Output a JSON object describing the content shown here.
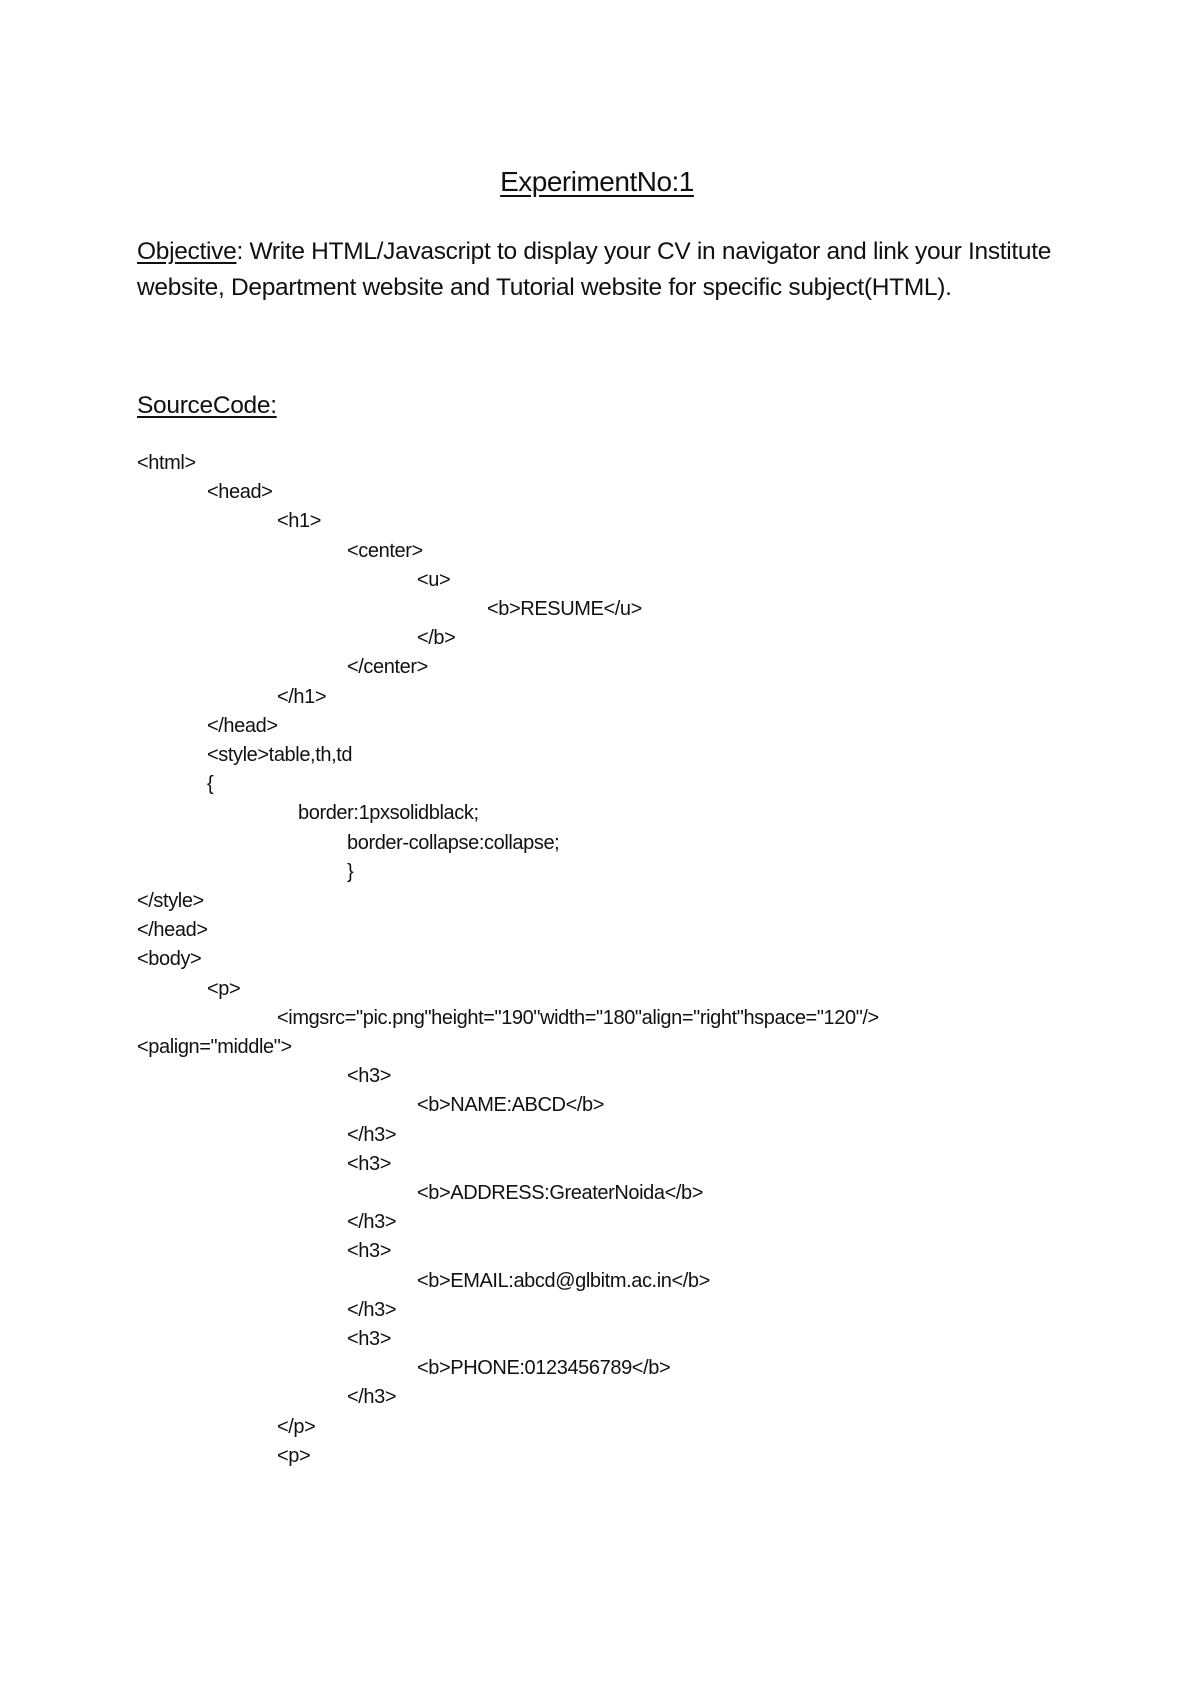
{
  "document": {
    "title": "ExperimentNo:1",
    "objective": {
      "label": "Objective",
      "separator": ":",
      "text": " Write HTML/Javascript to display your CV in navigator and link your  Institute  website,  Department website and Tutorial website for specific subject(HTML)."
    },
    "source_code_heading": "SourceCode:",
    "code_lines": [
      {
        "indent": 0,
        "text": "<html>"
      },
      {
        "indent": 1,
        "text": "<head>"
      },
      {
        "indent": 2,
        "text": "<h1>"
      },
      {
        "indent": 3,
        "text": "<center>"
      },
      {
        "indent": 4,
        "text": "<u>"
      },
      {
        "indent": 5,
        "text": "<b>RESUME</u>"
      },
      {
        "indent": 4,
        "text": "</b>"
      },
      {
        "indent": 3,
        "text": "</center>"
      },
      {
        "indent": 2,
        "text": "</h1>"
      },
      {
        "indent": 1,
        "text": "</head>"
      },
      {
        "indent": 1,
        "text": "<style>table,th,td"
      },
      {
        "indent": 1,
        "text": "{"
      },
      {
        "indent": 2.3,
        "text": "border:1pxsolidblack;"
      },
      {
        "indent": 3,
        "text": "border-collapse:collapse;"
      },
      {
        "indent": 3,
        "text": "}"
      },
      {
        "indent": 0,
        "text": "</style>"
      },
      {
        "indent": 0,
        "text": "</head>"
      },
      {
        "indent": 0,
        "text": "<body>"
      },
      {
        "indent": 1,
        "text": "<p>"
      },
      {
        "indent": 2,
        "text": "<imgsrc=\"pic.png\"height=\"190\"width=\"180\"align=\"right\"hspace=\"120\"/>"
      },
      {
        "indent": 0,
        "text": "<palign=\"middle\">"
      },
      {
        "indent": 3,
        "text": "<h3>"
      },
      {
        "indent": 4,
        "text": "<b>NAME:ABCD</b>"
      },
      {
        "indent": 3,
        "text": "</h3>"
      },
      {
        "indent": 3,
        "text": "<h3>"
      },
      {
        "indent": 4,
        "text": "<b>ADDRESS:GreaterNoida</b>"
      },
      {
        "indent": 3,
        "text": "</h3>"
      },
      {
        "indent": 3,
        "text": "<h3>"
      },
      {
        "indent": 4,
        "text": "<b>EMAIL:abcd@glbitm.ac.in</b>"
      },
      {
        "indent": 3,
        "text": "</h3>"
      },
      {
        "indent": 3,
        "text": "<h3>"
      },
      {
        "indent": 4,
        "text": "<b>PHONE:0123456789</b>"
      },
      {
        "indent": 3,
        "text": "</h3>"
      },
      {
        "indent": 2,
        "text": "</p>"
      },
      {
        "indent": 2,
        "text": "<p>"
      }
    ]
  }
}
